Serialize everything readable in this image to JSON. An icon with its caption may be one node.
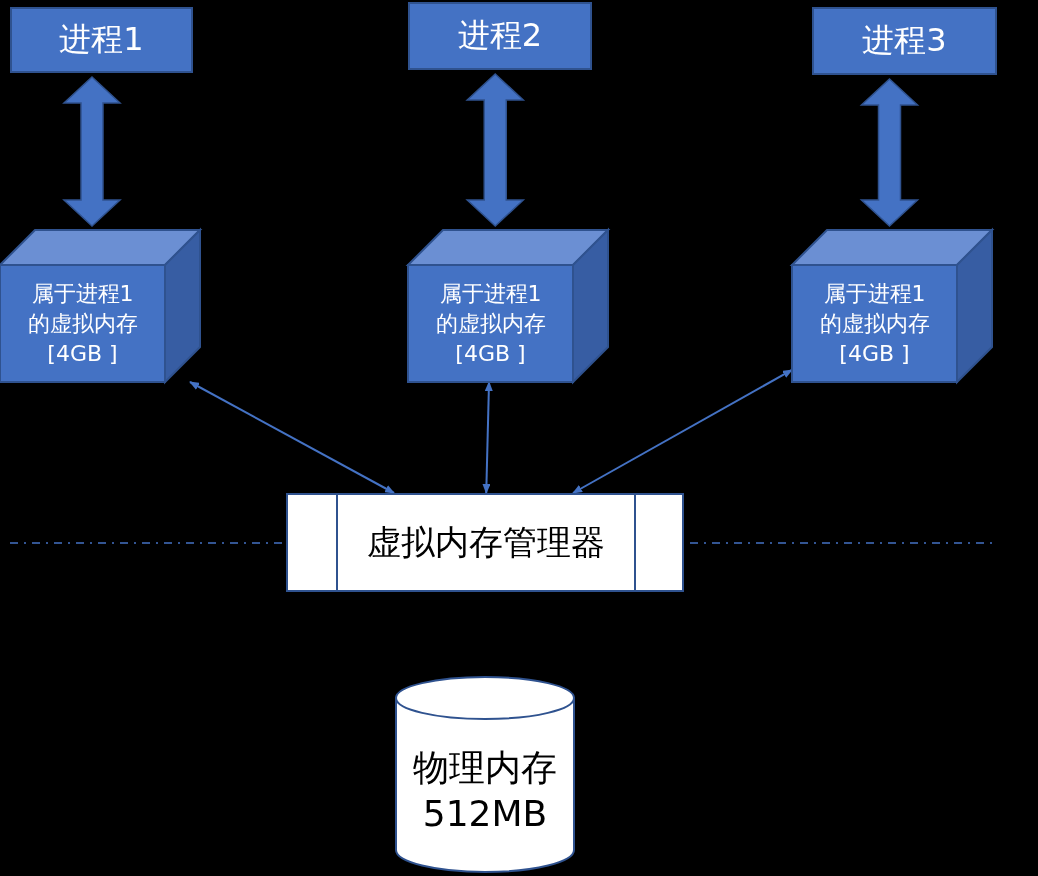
{
  "diagram": {
    "nodes": [
      {
        "text": [
          "进程1"
        ]
      },
      {
        "text": [
          "进程2"
        ]
      },
      {
        "text": [
          "进程3"
        ]
      },
      {
        "text": [
          "属于进程1的虚拟内存[4GB ]"
        ]
      },
      {
        "text": [
          "属于进程1的虚拟内存[4GB ]"
        ]
      },
      {
        "text": [
          "属于进程1的虚拟内存[4GB ]"
        ]
      },
      {
        "text": [
          "虚拟内存管理器"
        ]
      },
      {
        "text": [
          "物理内存512MB"
        ]
      }
    ],
    "edges": [
      {
        "from": 0,
        "to": 3,
        "arrow": "both",
        "style": "thick"
      },
      {
        "from": 1,
        "to": 4,
        "arrow": "both",
        "style": "thick"
      },
      {
        "from": 2,
        "to": 5,
        "arrow": "both",
        "style": "thick"
      },
      {
        "from": 3,
        "to": 6,
        "arrow": "both"
      },
      {
        "from": 4,
        "to": 6,
        "arrow": "both"
      },
      {
        "from": 5,
        "to": 6,
        "arrow": "both"
      }
    ]
  }
}
